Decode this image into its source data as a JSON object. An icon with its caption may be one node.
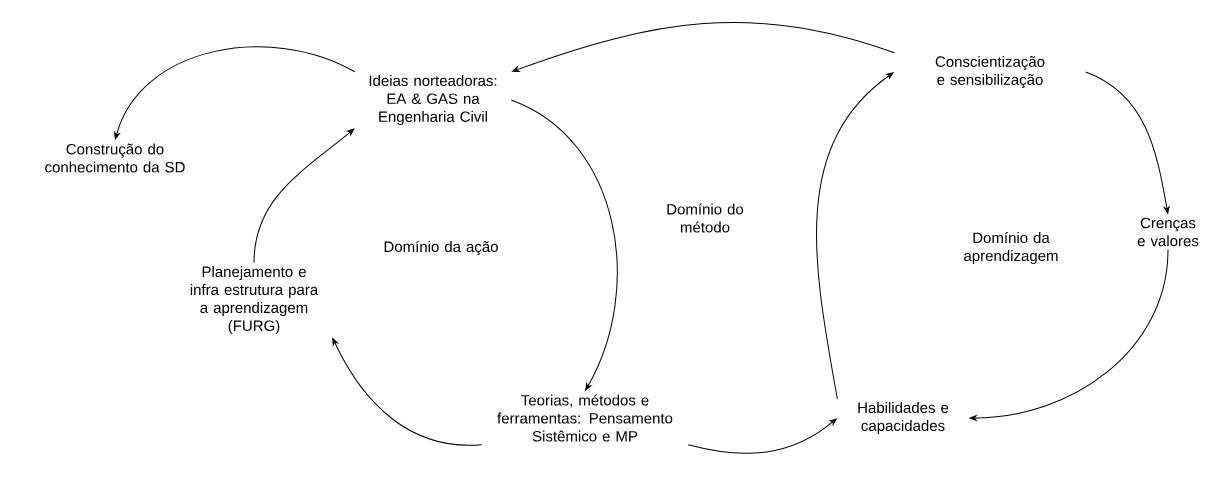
{
  "diagram": {
    "nodes": [
      {
        "text": [
          "Ideias norteadoras: EA & GAS na Engenharia Civil"
        ]
      },
      {
        "text": [
          "Conscientização e sensibilização"
        ]
      },
      {
        "text": [
          "Construção do conhecimento da SD"
        ]
      },
      {
        "text": [
          "Crenças e valores"
        ]
      },
      {
        "text": [
          "Planejamento e infra estrutura para a aprendizagem (FURG)"
        ]
      },
      {
        "text": [
          "Teorias, métodos e ferramentas: Pensamento Sistêmico e MP"
        ]
      },
      {
        "text": [
          "Habilidades e capacidades"
        ]
      }
    ],
    "edges": [
      {
        "from": 0,
        "to": 2,
        "arrow": "to"
      },
      {
        "from": 4,
        "to": 0,
        "arrow": "to"
      },
      {
        "from": 0,
        "to": 5,
        "arrow": "to"
      },
      {
        "from": 5,
        "to": 4,
        "arrow": "to"
      },
      {
        "from": 5,
        "to": 6,
        "arrow": "to"
      },
      {
        "from": 6,
        "to": 1,
        "arrow": "to"
      },
      {
        "from": 1,
        "to": 0,
        "arrow": "to"
      },
      {
        "from": 1,
        "to": 3,
        "arrow": "to"
      },
      {
        "from": 3,
        "to": 6,
        "arrow": "to"
      }
    ],
    "labels": [
      "Domínio da ação",
      "Domínio do método",
      "Domínio da aprendizagem"
    ]
  }
}
